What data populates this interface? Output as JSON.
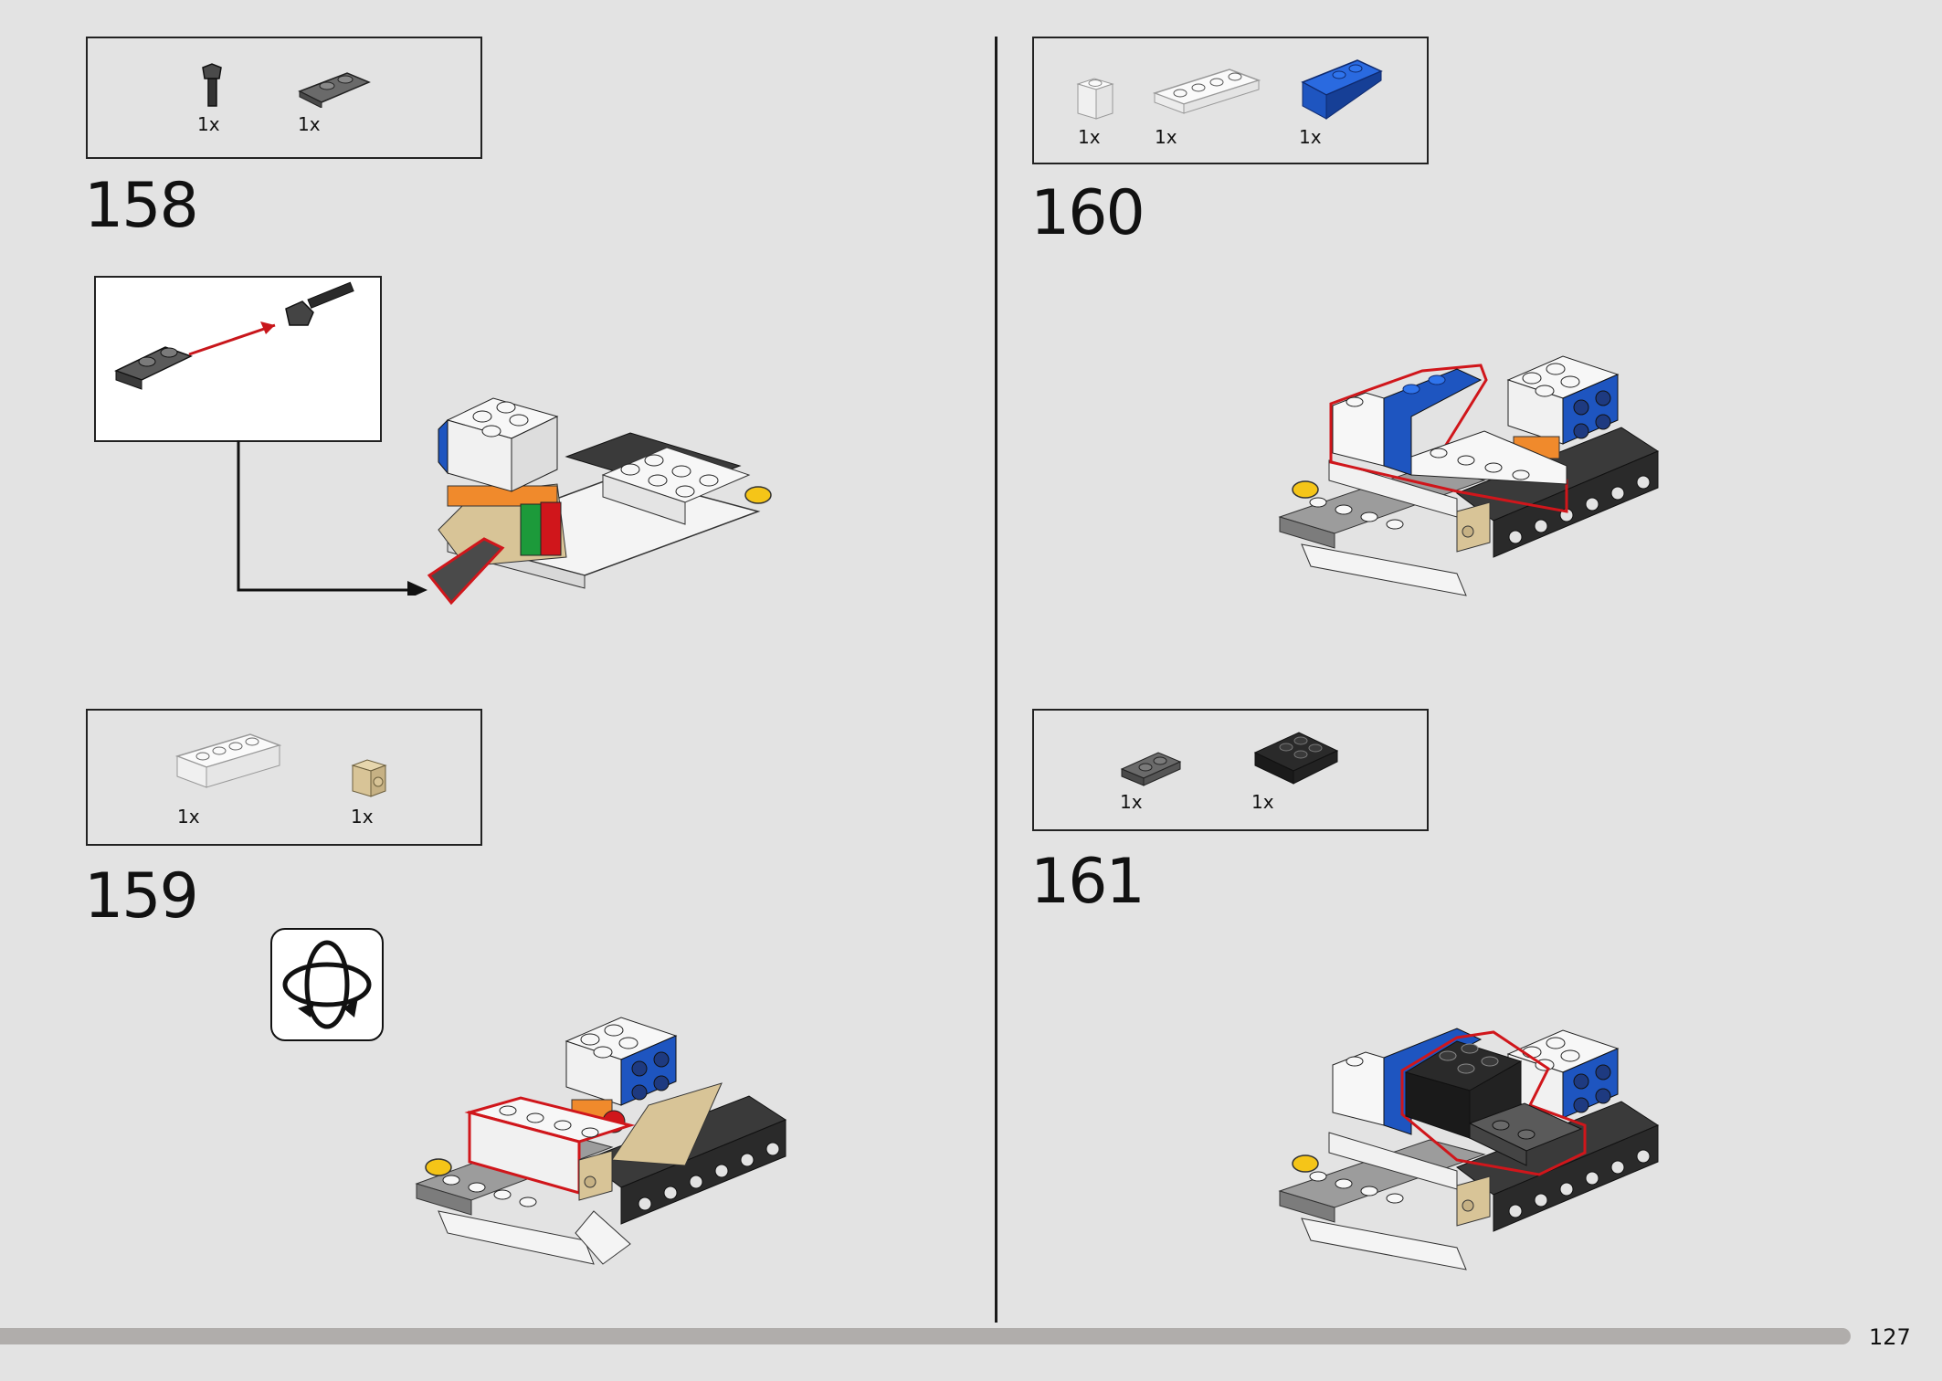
{
  "steps": [
    {
      "number": "158",
      "parts": [
        {
          "icon": "tow-ball-pin-icon",
          "qty": "1x"
        },
        {
          "icon": "plate-1x2-clips-icon",
          "qty": "1x"
        }
      ]
    },
    {
      "number": "159",
      "parts": [
        {
          "icon": "brick-1x4-white-icon",
          "qty": "1x"
        },
        {
          "icon": "brick-1x1-stud-side-tan-icon",
          "qty": "1x"
        }
      ]
    },
    {
      "number": "160",
      "parts": [
        {
          "icon": "brick-1x1-white-icon",
          "qty": "1x"
        },
        {
          "icon": "plate-1x4-white-icon",
          "qty": "1x"
        },
        {
          "icon": "slope-inverted-blue-icon",
          "qty": "1x"
        }
      ]
    },
    {
      "number": "161",
      "parts": [
        {
          "icon": "plate-1x2-grey-icon",
          "qty": "1x"
        },
        {
          "icon": "slope-2x2-black-icon",
          "qty": "1x"
        }
      ]
    }
  ],
  "page_number": "127",
  "colors": {
    "background": "#e3e3e3",
    "highlight": "#d0161b",
    "lego_blue": "#1e55c0",
    "lego_white": "#f6f6f6",
    "lego_grey": "#9c9c9c",
    "lego_dark": "#3a3a3a",
    "lego_tan": "#d8c497",
    "lego_orange": "#f08a2c",
    "lego_green": "#1c9a3a",
    "lego_yellow": "#f5c518",
    "progress": "#b0adab"
  }
}
